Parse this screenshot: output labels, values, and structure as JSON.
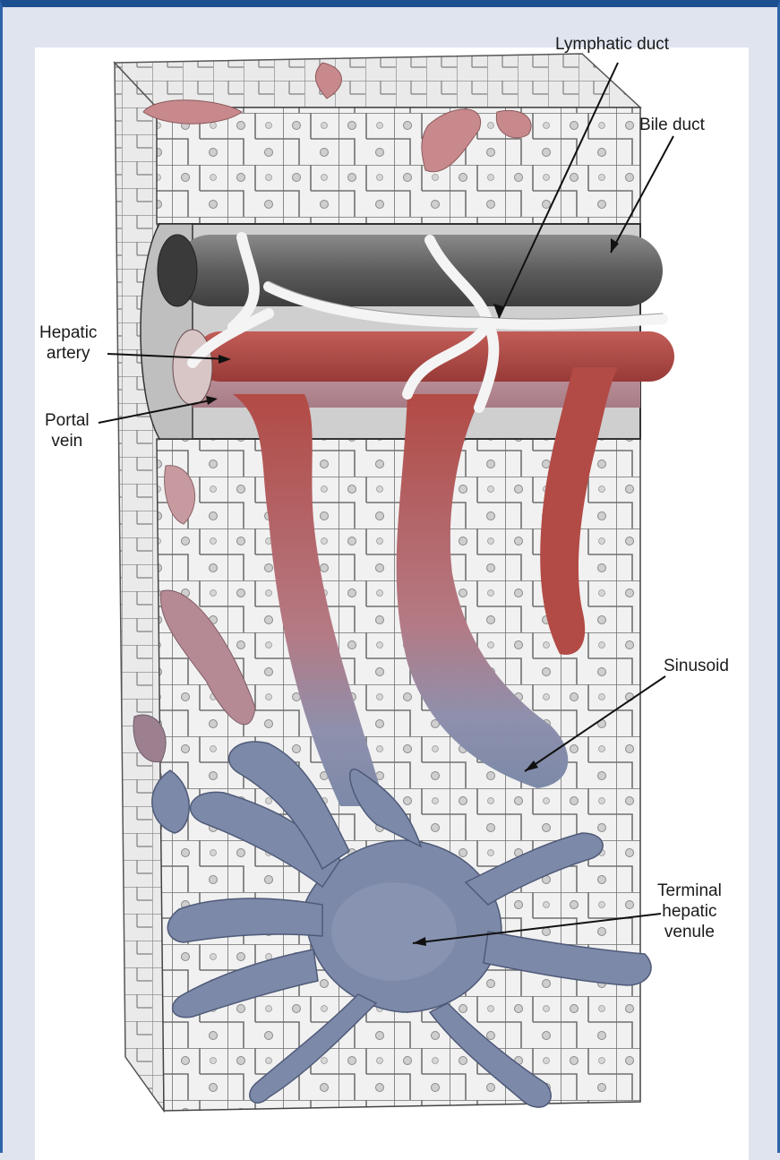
{
  "diagram": {
    "labels": {
      "lymphatic_duct": "Lymphatic duct",
      "bile_duct": "Bile duct",
      "hepatic_artery": "Hepatic\nartery",
      "portal_vein": "Portal\nvein",
      "sinusoid": "Sinusoid",
      "terminal_hepatic_venule": "Terminal\nhepatic\nvenule"
    },
    "colors": {
      "frame_border": "#1b4f8f",
      "frame_background": "#dfe4ef",
      "panel": "#ffffff",
      "hepatocyte_fill": "#f1f1f1",
      "hepatocyte_outline": "#6c6c6c",
      "artery": "#b24a45",
      "portal_vein": "#b58a94",
      "bile_duct": "#5d5d5d",
      "lymphatic": "#f4f4f4",
      "venule": "#7c89a8"
    }
  }
}
